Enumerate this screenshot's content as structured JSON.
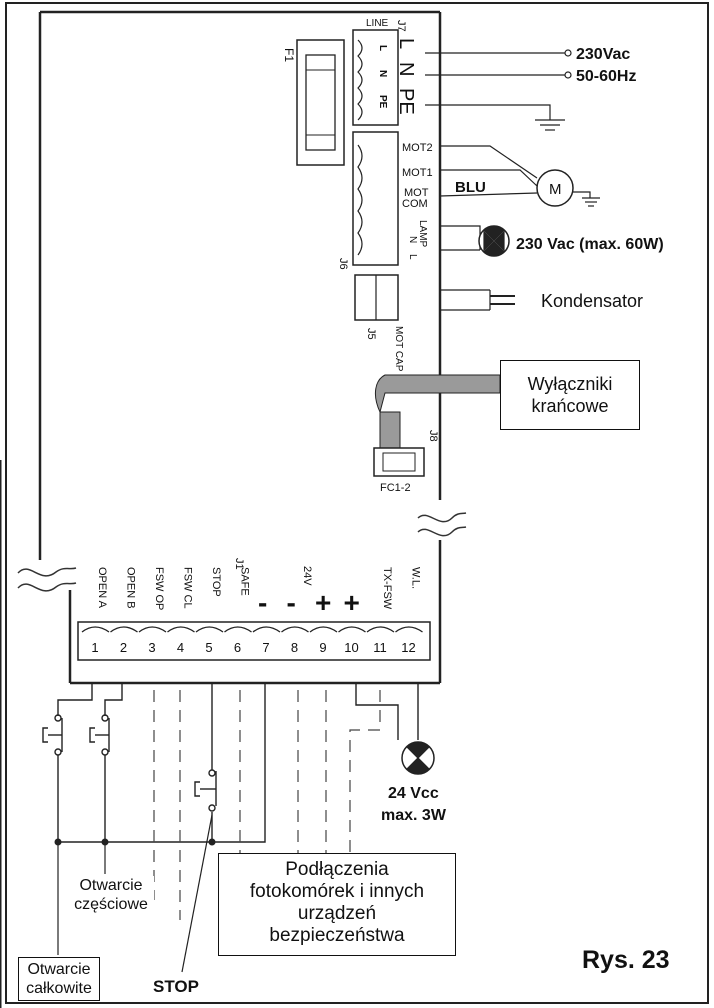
{
  "supply": {
    "voltage": "230Vac",
    "frequency": "50-60Hz"
  },
  "connectors": {
    "fuse": "F1",
    "j7": "J7",
    "line": "LINE",
    "j7_small": [
      "L",
      "N",
      "PE"
    ],
    "j7_big": [
      "L",
      "N",
      "PE"
    ],
    "j6": "J6",
    "mot2": "MOT2",
    "mot1": "MOT1",
    "mot": "MOT",
    "com": "COM",
    "blu": "BLU",
    "motor": "M",
    "lamp": "LAMP",
    "lamp_n": "N",
    "lamp_l": "L",
    "j5": "J5",
    "mot_cap": "MOT CAP",
    "j8": "J8",
    "fc": "FC1-2",
    "j1": "J1"
  },
  "lamp_spec": "230 Vac (max. 60W)",
  "capacitor": "Kondensator",
  "limit_switches": [
    "Wyłączniki",
    "krańcowe"
  ],
  "terminals": {
    "labels": [
      "OPEN A",
      "OPEN B",
      "FSW OP",
      "FSW CL",
      "STOP",
      "SAFE",
      "-",
      "-",
      "+",
      "+",
      "TX-FSW",
      "W.L."
    ],
    "volt": "24V",
    "numbers": [
      "1",
      "2",
      "3",
      "4",
      "5",
      "6",
      "7",
      "8",
      "9",
      "10",
      "11",
      "12"
    ]
  },
  "warning_lamp": {
    "voltage": "24 Vcc",
    "power": "max. 3W"
  },
  "safety": [
    "Podłączenia",
    "fotokomórek i innych",
    "urządzeń",
    "bezpieczeństwa"
  ],
  "partial_open": [
    "Otwarcie",
    "częściowe"
  ],
  "full_open": [
    "Otwarcie",
    "całkowite"
  ],
  "stop": "STOP",
  "figure": "Rys. 23"
}
